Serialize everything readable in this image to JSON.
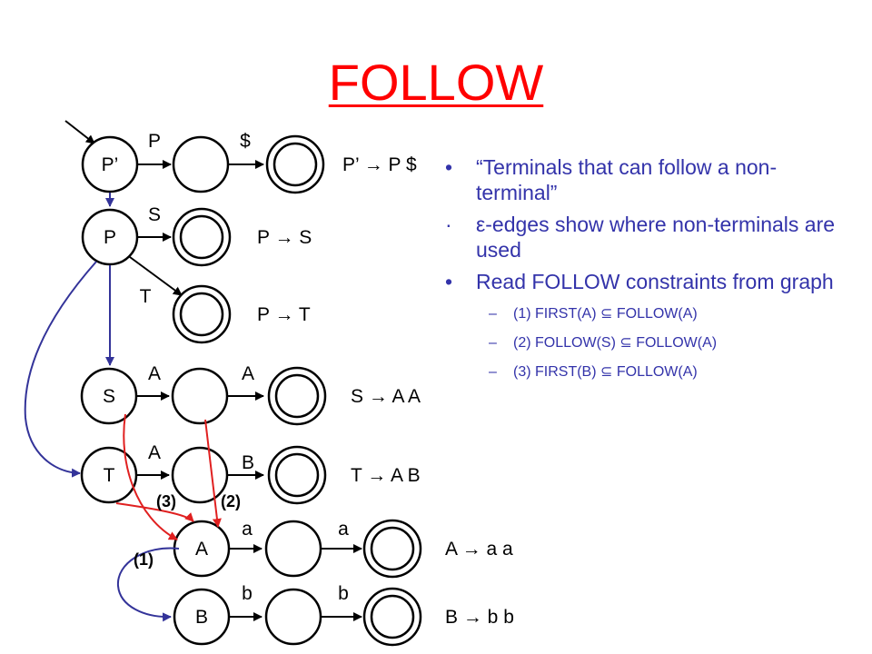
{
  "slide": {
    "title": "FOLLOW",
    "bullets": [
      {
        "marker": "•",
        "text": "“Terminals that can follow a non-terminal”"
      },
      {
        "marker": "·",
        "text": "ε-edges show where non-terminals are used"
      },
      {
        "marker": "•",
        "text": "Read FOLLOW constraints from graph"
      }
    ],
    "sub_bullets": [
      {
        "marker": "–",
        "text": "(1) FIRST(A) ⊆ FOLLOW(A)"
      },
      {
        "marker": "–",
        "text": "(2) FOLLOW(S) ⊆ FOLLOW(A)"
      },
      {
        "marker": "–",
        "text": "(3) FIRST(B) ⊆ FOLLOW(A)"
      }
    ]
  },
  "graph": {
    "start_nodes": [
      "P’",
      "P",
      "S",
      "T",
      "A",
      "B"
    ],
    "edge_labels": [
      "P",
      "$",
      "S",
      "T",
      "A",
      "A",
      "A",
      "B",
      "a",
      "a",
      "b",
      "b"
    ],
    "productions": [
      "P’ → P $",
      "P → S",
      "P → T",
      "S → A A",
      "T → A B",
      "A → a a",
      "B → b b"
    ],
    "constraint_refs": [
      "(3)",
      "(2)",
      "(1)"
    ]
  },
  "colors": {
    "title": "#ff0000",
    "bullet_text": "#3333aa",
    "epsilon_edge": "#333399",
    "follow_edge": "#e02020",
    "node_stroke": "#000000"
  }
}
